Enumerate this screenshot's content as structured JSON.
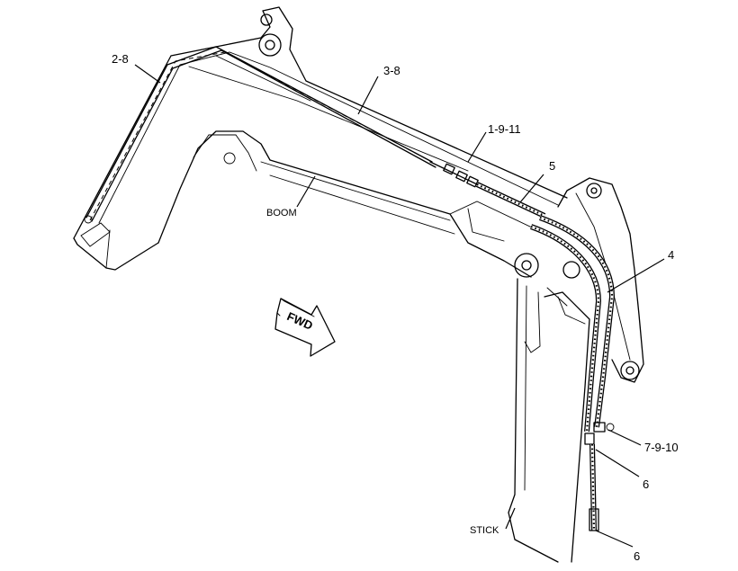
{
  "callouts": {
    "c2_8": "2-8",
    "c3_8": "3-8",
    "c1_9_11": "1-9-11",
    "c5": "5",
    "c4": "4",
    "c7_9_10": "7-9-10",
    "c6_upper": "6",
    "c6_lower": "6"
  },
  "labels": {
    "boom": "BOOM",
    "stick": "STICK",
    "fwd": "FWD"
  },
  "icons": {
    "direction": "forward-arrow-icon"
  },
  "colors": {
    "line": "#000000",
    "background": "#ffffff"
  }
}
